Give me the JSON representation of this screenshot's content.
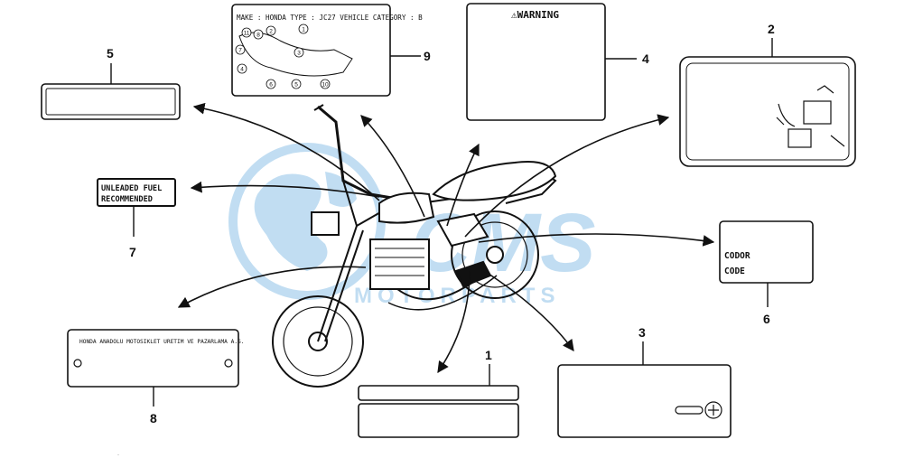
{
  "watermark": {
    "brand": "CMS",
    "subtitle": "MOTORPARTS",
    "color": "#8fc3e8"
  },
  "labels": [
    {
      "number": "1",
      "lines": []
    },
    {
      "number": "2",
      "lines": []
    },
    {
      "number": "3",
      "lines": []
    },
    {
      "number": "4",
      "lines": [
        "⚠WARNING"
      ]
    },
    {
      "number": "5",
      "lines": []
    },
    {
      "number": "6",
      "lines": [
        "CODOR",
        "CODE"
      ]
    },
    {
      "number": "7",
      "lines": [
        "UNLEADED FUEL",
        "RECOMMENDED"
      ]
    },
    {
      "number": "8",
      "lines": [
        "HONDA ANADOLU MOTOSIKLET URETIM VE PAZARLAMA A.S."
      ]
    },
    {
      "number": "9",
      "lines": [
        "MAKE : HONDA TYPE : JC27 VEHICLE CATEGORY : B"
      ]
    }
  ],
  "label9_callouts": [
    "11",
    "8",
    "2",
    "1",
    "7",
    "3",
    "4",
    "6",
    "5",
    "10"
  ],
  "colors": {
    "line": "#111111",
    "watermark": "#8fc3e8"
  }
}
